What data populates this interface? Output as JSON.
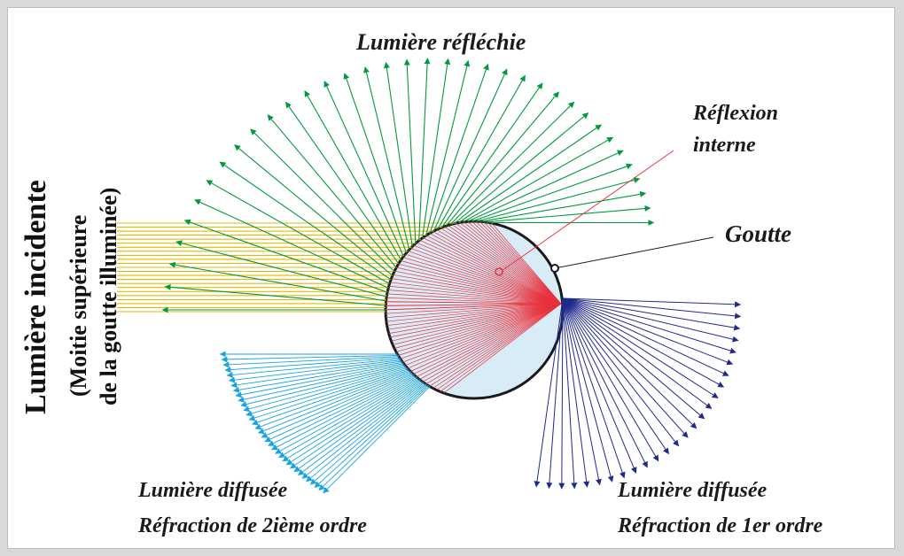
{
  "labels": {
    "reflected": "Lumière réfléchie",
    "internal_reflection_line1": "Réflexion",
    "internal_reflection_line2": "interne",
    "drop": "Goutte",
    "diffused2_line1": "Lumière diffusée",
    "diffused2_line2": "Réfraction de 2ième ordre",
    "diffused1_line1": "Lumière diffusée",
    "diffused1_line2": "Réfraction de 1er ordre",
    "incident_line1": "Lumière incidente",
    "incident_line2": "(Moitie supérieure",
    "incident_line3": "de la goutte illuminée)"
  },
  "colors": {
    "incident": "#e6b800",
    "reflected": "#009a3e",
    "internal": "#e8323c",
    "first_order": "#1f2a8c",
    "second_order": "#1aa3e0",
    "drop_fill": "#d8ecf7",
    "drop_outline": "#1a1a1a"
  }
}
